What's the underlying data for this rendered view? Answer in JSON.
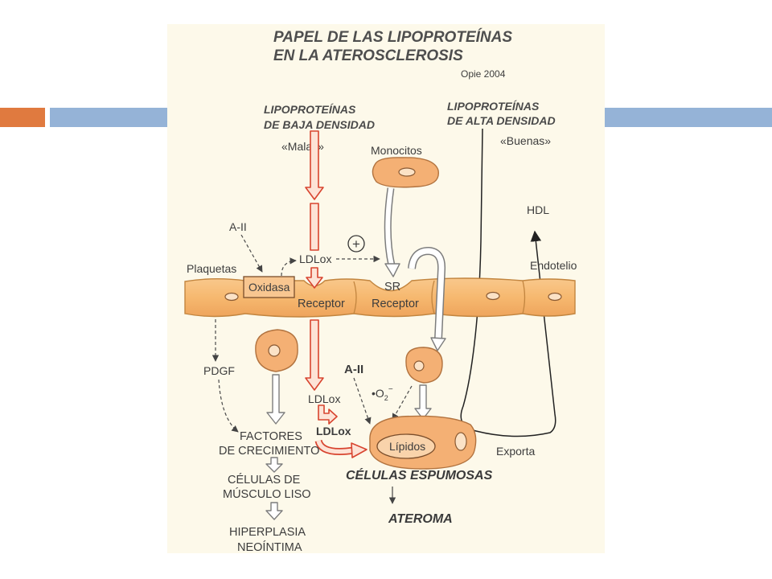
{
  "slide": {
    "colors": {
      "accent_orange": "#e07a3f",
      "accent_blue": "#95b3d7",
      "diagram_background": "#fdf9ea",
      "ldl_arrow_red": "#d8442f",
      "cell_orange": "#f4b074"
    }
  },
  "diagram": {
    "title_line1": "PAPEL DE LAS LIPOPROTEÍNAS",
    "title_line2": "EN LA ATEROSCLEROSIS",
    "credit": "Opie 2004",
    "ldl_heading_line1": "LIPOPROTEÍNAS",
    "ldl_heading_line2": "DE BAJA DENSIDAD",
    "ldl_tag": "«Malas»",
    "hdl_heading_line1": "LIPOPROTEÍNAS",
    "hdl_heading_line2": "DE ALTA DENSIDAD",
    "hdl_tag": "«Buenas»",
    "monocytes": "Monocitos",
    "hdl": "HDL",
    "a2_upper": "A-II",
    "ldlox_upper": "LDLox",
    "plus": "+",
    "platelets": "Plaquetas",
    "endothelium": "Endotelio",
    "oxidase": "Oxidasa",
    "receptor": "Receptor",
    "sr": "SR",
    "sr_receptor": "Receptor",
    "pdgf": "PDGF",
    "a2_lower": "A-II",
    "superoxide": {
      "prefix": "•O",
      "sub": "2",
      "sup": "−"
    },
    "ldlox_lower": "LDLox",
    "ldlox_bold": "LDLox",
    "growth_factors_line1": "FACTORES",
    "growth_factors_line2": "DE CRECIMIENTO",
    "lipids": "Lípidos",
    "export": "Exporta",
    "smooth_muscle_line1": "CÉLULAS DE",
    "smooth_muscle_line2": "MÚSCULO LISO",
    "foam_cells": "CÉLULAS ESPUMOSAS",
    "atheroma": "ATEROMA",
    "hyperplasia_line1": "HIPERPLASIA",
    "hyperplasia_line2": "NEOÍNTIMA"
  }
}
